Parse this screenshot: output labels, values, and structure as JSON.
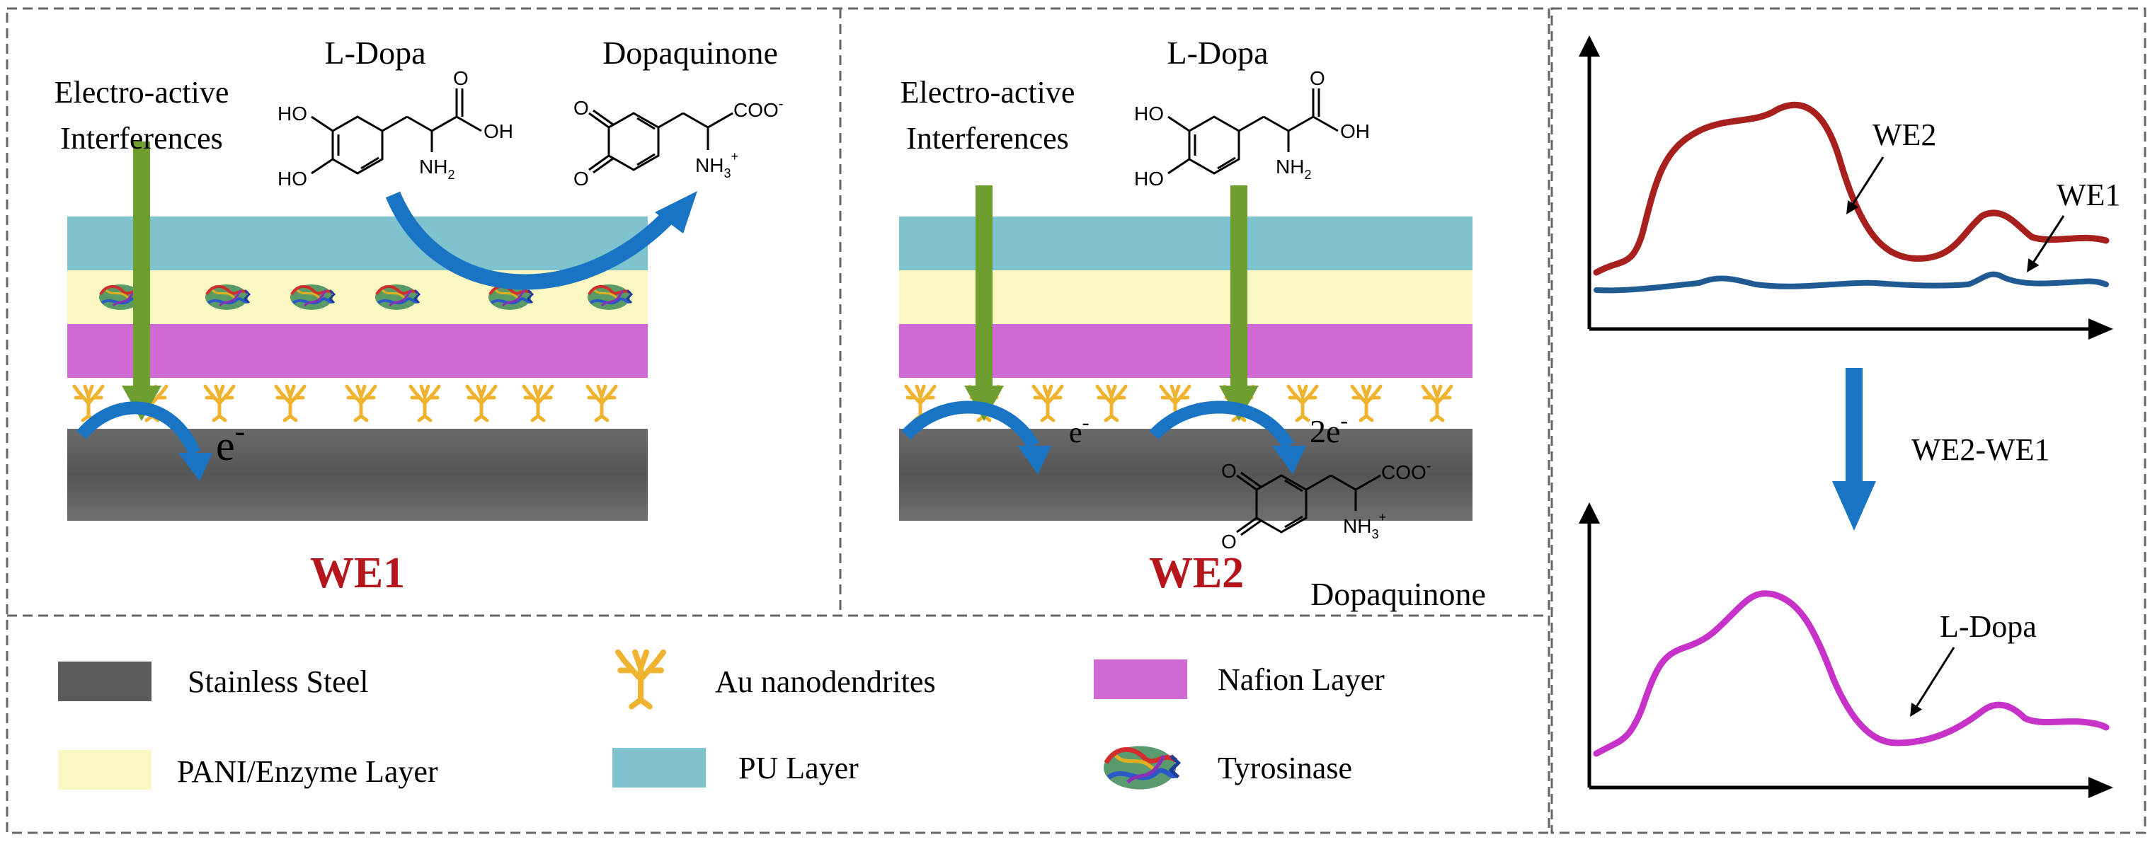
{
  "panel_we1": {
    "interferences": [
      "Electro-active",
      "Interferences"
    ],
    "substrate": "L-Dopa",
    "product": "Dopaquinone",
    "electron": "e",
    "electron_sup": "-",
    "label": "WE1"
  },
  "panel_we2": {
    "interferences": [
      "Electro-active",
      "Interferences"
    ],
    "substrate": "L-Dopa",
    "electron1": "e",
    "electron1_sup": "-",
    "electron2": "2e",
    "electron2_sup": "-",
    "product": "Dopaquinone",
    "label": "WE2"
  },
  "molecule_labels": {
    "ho": "HO",
    "oh": "OH",
    "nh2": "NH",
    "nh2_sub": "2",
    "o": "O",
    "coo": "COO",
    "coo_sup": "-",
    "nh3": "NH",
    "nh3_sub": "3",
    "nh3_sup": "+"
  },
  "legend": {
    "items": [
      {
        "key": "stainless",
        "label": "Stainless Steel",
        "color": "#5a5a5a"
      },
      {
        "key": "au",
        "label": "Au nanodendrites",
        "color": "#f0b330"
      },
      {
        "key": "nafion",
        "label": "Nafion Layer",
        "color": "#d26ad6"
      },
      {
        "key": "pani",
        "label": "PANI/Enzyme Layer",
        "color": "#fbf7c2"
      },
      {
        "key": "pu",
        "label": "PU Layer",
        "color": "#7ec3cd"
      },
      {
        "key": "tyrosinase",
        "label": "Tyrosinase",
        "color": "#3a7a4a"
      }
    ]
  },
  "signals": {
    "top_labels": [
      "WE2",
      "WE1"
    ],
    "subtraction": "WE2-WE1",
    "bottom_label": "L-Dopa",
    "colors": {
      "we2": "#a8201e",
      "we1": "#1f5a93",
      "ldopa": "#c733c9"
    }
  },
  "colors": {
    "label_red": "#b5161c",
    "arrow_green": "#6e9e2f",
    "arrow_blue": "#1a74c4",
    "dash": "#666666"
  }
}
